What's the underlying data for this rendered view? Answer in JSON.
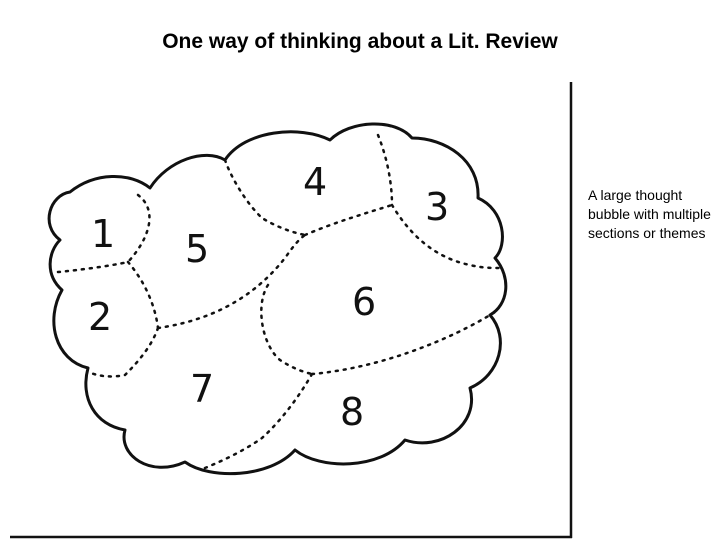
{
  "title": "One way of thinking about a Lit. Review",
  "caption": "A large thought bubble with multiple sections or themes",
  "sections": [
    "1",
    "2",
    "3",
    "4",
    "5",
    "6",
    "7",
    "8"
  ],
  "colors": {
    "ink": "#111111",
    "background": "#ffffff"
  }
}
